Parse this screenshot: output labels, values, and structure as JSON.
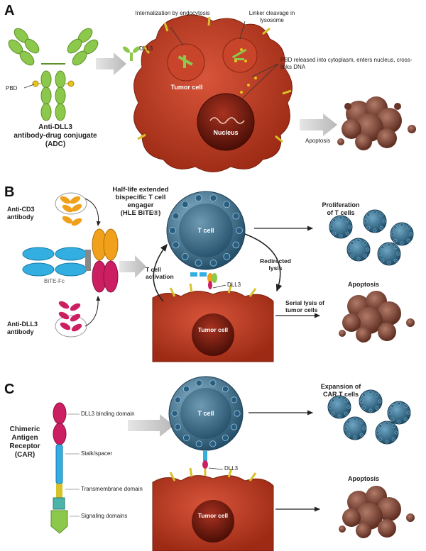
{
  "panels": {
    "a": {
      "letter": "A",
      "internalization": "Internalization by endocytosis",
      "linker": "Linker cleavage in lysosome",
      "pbd_released": "PBD released into cytoplasm, enters nucleus, cross-links DNA",
      "dll3": "DLL3",
      "pbd": "PBD",
      "tumor_cell": "Tumor cell",
      "nucleus": "Nucleus",
      "apoptosis": "Apoptosis",
      "adc_line1": "Anti-DLL3",
      "adc_line2": "antibody-drug conjugate",
      "adc_line3": "(ADC)"
    },
    "b": {
      "letter": "B",
      "hle_line1": "Half-life extended",
      "hle_line2": "bispecific T cell",
      "hle_line3": "engager",
      "hle_line4": "(HLE BiTE®)",
      "anti_cd3_1": "Anti-CD3",
      "anti_cd3_2": "antibody",
      "bite_fc": "BiTE-Fc",
      "anti_dll3_1": "Anti-DLL3",
      "anti_dll3_2": "antibody",
      "t_cell": "T cell",
      "t_cell_activation_1": "T cell",
      "t_cell_activation_2": "activation",
      "redirected_1": "Redirected",
      "redirected_2": "lysis",
      "dll3": "DLL3",
      "tumor_cell": "Tumor cell",
      "proliferation_1": "Proliferation",
      "proliferation_2": "of T cells",
      "apoptosis": "Apoptosis",
      "serial_1": "Serial lysis of",
      "serial_2": "tumor cells"
    },
    "c": {
      "letter": "C",
      "car_1": "Chimeric",
      "car_2": "Antigen",
      "car_3": "Receptor",
      "car_4": "(CAR)",
      "dll3_binding": "DLL3 binding domain",
      "stalk": "Stalk/spacer",
      "transmembrane": "Transmembrane domain",
      "signaling": "Signaling domains",
      "t_cell": "T cell",
      "dll3": "DLL3",
      "tumor_cell": "Tumor cell",
      "expansion_1": "Expansion of",
      "expansion_2": "CAR T cells",
      "apoptosis": "Apoptosis"
    }
  },
  "colors": {
    "tumor": "#b83a22",
    "tumor_dark": "#8a2512",
    "tcell": "#3d6f8e",
    "tcell_light": "#7fb0cc",
    "green": "#8cc84b",
    "yellow": "#e8c31e",
    "orange": "#f0a01a",
    "magenta": "#cc1f62",
    "cyan": "#33aee0",
    "brown": "#8a5040"
  }
}
